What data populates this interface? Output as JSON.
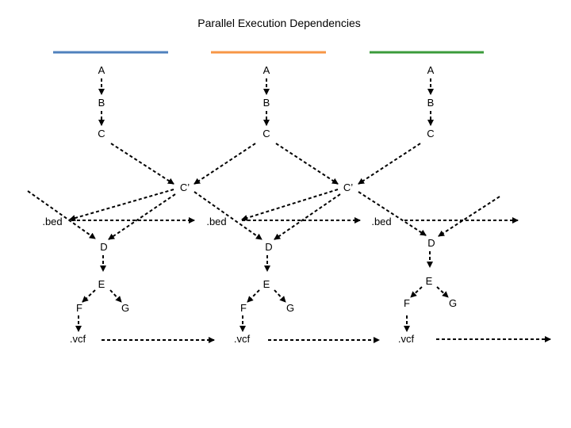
{
  "title": "Parallel Execution Dependencies",
  "colors": {
    "lane_1": "#4f81bd",
    "lane_2": "#f79646",
    "lane_3": "#3b9b3b",
    "arrow": "#000000"
  },
  "labels": {
    "a": "A",
    "b": "B",
    "c": "C",
    "c_prime": "C’",
    "bed": ".bed",
    "d": "D",
    "e": "E",
    "f": "F",
    "g": "G",
    "vcf": ".vcf"
  }
}
